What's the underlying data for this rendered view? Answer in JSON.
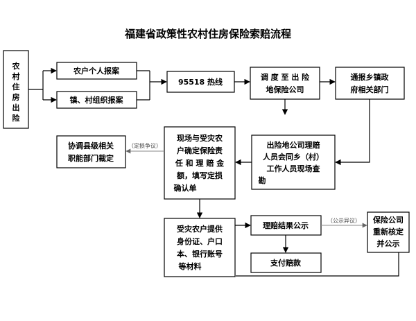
{
  "title": "福建省政策性农村住房保险索赔流程",
  "nodes": {
    "house_loss": [
      "农",
      "村",
      "住",
      "房",
      "出",
      "险"
    ],
    "farmer_report": "农户个人报案",
    "village_report": "镇、村组织报案",
    "hotline": "95518 热线",
    "dispatch": [
      "调 度 至 出 险",
      "地保险公司"
    ],
    "notify_govt": [
      "通报乡镇政",
      "府相关部门"
    ],
    "joint_survey": [
      "出险地公司理赔",
      "人员会同乡（村）",
      "工作人员现场查",
      "勘"
    ],
    "onsite_confirm": [
      "现场与受灾农",
      "户确定保险责",
      "任 和 理 赔 金",
      "额，填写定损",
      "确认单"
    ],
    "county_appraisal": [
      "协调县级相关",
      "职能部门裁定"
    ],
    "submit_materials": [
      "受灾农户提供",
      "身份证、户口",
      "本、银行账号",
      "等材料"
    ],
    "announce_result": "理赔结果公示",
    "recheck": [
      "保险公司",
      "重新核定",
      "并公示"
    ],
    "payment": "支付赔款"
  },
  "notes": {
    "loss_dispute": "（定损争议）",
    "public_objection": "（公示异议）"
  }
}
